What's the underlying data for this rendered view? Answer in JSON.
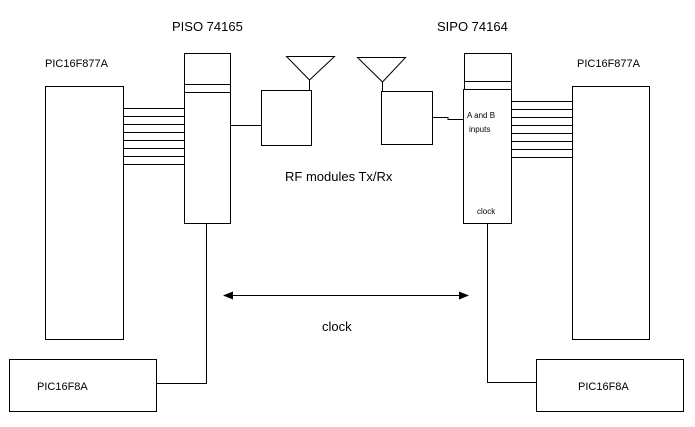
{
  "labels": {
    "mcu_left": "PIC16F877A",
    "mcu_right": "PIC16F877A",
    "piso": "PISO 74165",
    "sipo": "SIPO 74164",
    "rf_modules": "RF modules Tx/Rx",
    "sipo_inputs_line1": "A and B",
    "sipo_inputs_line2": "inputs",
    "sipo_clock": "clock",
    "clock": "clock",
    "aux_left": "PIC16F8A",
    "aux_right": "PIC16F8A"
  }
}
